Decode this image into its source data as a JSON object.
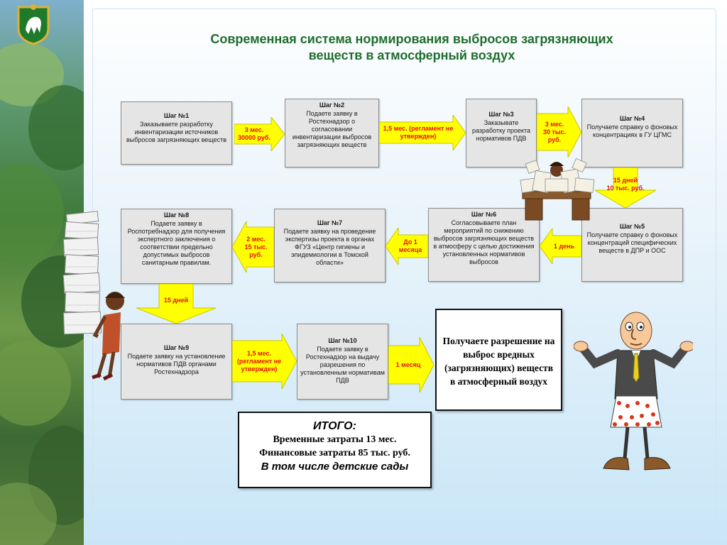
{
  "title_line1": "Современная система нормирования выбросов загрязняющих",
  "title_line2": "веществ в атмосферный воздух",
  "steps": [
    {
      "title": "Шаг №1",
      "text": "Заказываете  разработку инвентаризации источников выбросов загрязняющих веществ"
    },
    {
      "title": "Шаг №2",
      "text": "Подаете заявку в Ростехнадзор  о согласовании инвентаризации выбросов загрязняющих веществ"
    },
    {
      "title": "Шаг №3",
      "text": "Заказывате разработку проекта нормативов ПДВ"
    },
    {
      "title": "Шаг №4",
      "text": "Получаете справку о фоновых концентрациях в ГУ ЦГМС"
    },
    {
      "title": "Шаг №5",
      "text": "Получаете справку о фоновых концентраций специфических веществ в ДПР и ООС"
    },
    {
      "title": "Шаг №6",
      "text": "Согласовываете план мероприятий по снижению выбросов загрязняющих веществ в атмосферу с целью достижения установленных нормативов  выбросов"
    },
    {
      "title": "Шаг №7",
      "text": "Подаете заявку на проведение экспертизы проекта  в органах ФГУЗ «Центр гигиены и эпидемиологии в Томской области»"
    },
    {
      "title": "Шаг №8",
      "text": "Подаете заявку  в Роспотребнадзор для получения экспертного заключения о соответствии предельно допустимых выбросов санитарным правилам."
    },
    {
      "title": "Шаг №9",
      "text": "Подаете заявку на установление нормативов ПДВ органами Ростехнадзора"
    },
    {
      "title": "Шаг №10",
      "text": "Подаете заявку в Ростехнадзор на выдачу разрешения по установленным нормативам ПДВ"
    }
  ],
  "arrows": {
    "a1": "3 мес.\n30000 руб.",
    "a2": "1,5 мес. (регламент не утвержден)",
    "a3": "3 мес.\n30 тыс.\nруб.",
    "a4": "15 дней\n10 тыс. руб.",
    "a5": "1 день",
    "a6": "До 1\nмесяца",
    "a7": "2 мес.\n15 тыс.\nруб.",
    "a8": "15 дней",
    "a9": "1,5 мес.\n(регламент не\nутвержден)",
    "a10": "1 месяц"
  },
  "permit": "Получаете разрешение на выброс вредных (загрязняющих) веществ в атмосферный воздух",
  "total": {
    "heading": "ИТОГО:",
    "time": "Временные затраты 13 мес.",
    "money": "Финансовые затраты  85 тыс. руб.",
    "kindergarten": "В том числе детские сады"
  },
  "colors": {
    "title": "#1f6d2e",
    "arrow_fill": "#ffff00",
    "arrow_text": "#e81010",
    "box_fill": "#e5e5e5"
  }
}
